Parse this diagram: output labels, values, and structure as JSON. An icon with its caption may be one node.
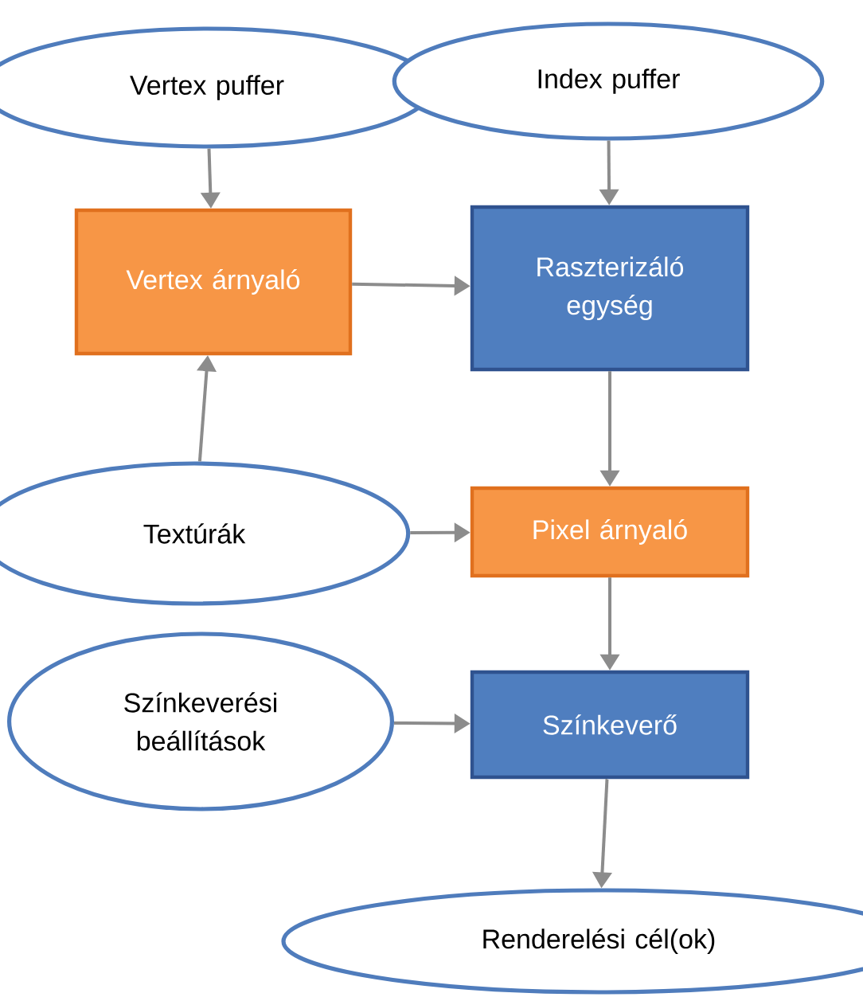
{
  "diagram": {
    "nodes": [
      {
        "text": [
          "Vertex puffer"
        ]
      },
      {
        "text": [
          "Index puffer"
        ]
      },
      {
        "text": [
          "Vertex árnyaló"
        ]
      },
      {
        "text": [
          "Raszterizáló egység"
        ]
      },
      {
        "text": [
          "Textúrák"
        ]
      },
      {
        "text": [
          "Pixel árnyaló"
        ]
      },
      {
        "text": [
          "Színkeverési beállítások"
        ]
      },
      {
        "text": [
          "Színkeverő"
        ]
      },
      {
        "text": [
          "Renderelési cél(ok)"
        ]
      }
    ],
    "edges": [
      {
        "from": 0,
        "to": 2,
        "arrow": "to"
      },
      {
        "from": 1,
        "to": 3,
        "arrow": "to"
      },
      {
        "from": 2,
        "to": 3,
        "arrow": "to"
      },
      {
        "from": 4,
        "to": 2,
        "arrow": "to"
      },
      {
        "from": 4,
        "to": 5,
        "arrow": "to"
      },
      {
        "from": 3,
        "to": 5,
        "arrow": "to"
      },
      {
        "from": 5,
        "to": 7,
        "arrow": "to"
      },
      {
        "from": 6,
        "to": 7,
        "arrow": "to"
      },
      {
        "from": 7,
        "to": 8,
        "arrow": "to"
      }
    ]
  }
}
